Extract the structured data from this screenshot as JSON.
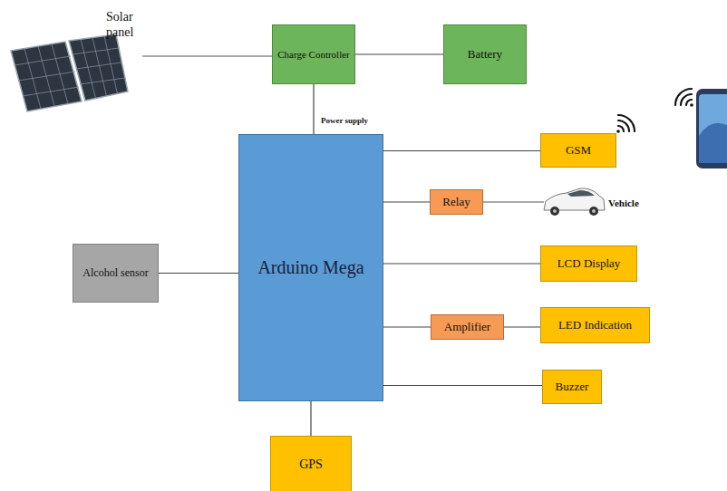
{
  "diagram": {
    "nodes": [
      {
        "text": [
          "Charge Controller"
        ]
      },
      {
        "text": [
          "Battery"
        ]
      },
      {
        "text": [
          "Arduino Mega"
        ]
      },
      {
        "text": [
          "GSM"
        ]
      },
      {
        "text": [
          "Relay"
        ]
      },
      {
        "text": [
          "LCD Display"
        ]
      },
      {
        "text": [
          "Amplifier"
        ]
      },
      {
        "text": [
          "LED Indication"
        ]
      },
      {
        "text": [
          "Alcohol sensor"
        ]
      },
      {
        "text": [
          "Buzzer"
        ]
      },
      {
        "text": [
          "GPS"
        ]
      }
    ],
    "edges": [
      {
        "from": 0,
        "to": 1,
        "arrow": "none"
      },
      {
        "from": 0,
        "to": 2,
        "label": "Power supply",
        "arrow": "none"
      },
      {
        "from": 2,
        "to": 3,
        "arrow": "none"
      },
      {
        "from": 2,
        "to": 4,
        "arrow": "none"
      },
      {
        "from": 2,
        "to": 5,
        "arrow": "none"
      },
      {
        "from": 2,
        "to": 6,
        "arrow": "none"
      },
      {
        "from": 6,
        "to": 7,
        "arrow": "none"
      },
      {
        "from": 8,
        "to": 2,
        "arrow": "none"
      },
      {
        "from": 2,
        "to": 9,
        "arrow": "none"
      },
      {
        "from": 2,
        "to": 10,
        "arrow": "none"
      }
    ],
    "labels": [
      "Solar panel",
      "Vehicle"
    ]
  }
}
